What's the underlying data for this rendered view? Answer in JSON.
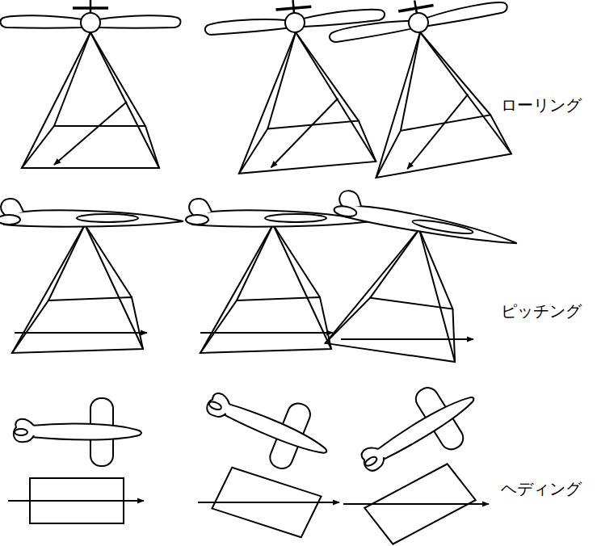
{
  "diagram": {
    "labels": [
      "ローリング",
      "ピッチング",
      "ヘディング"
    ]
  }
}
